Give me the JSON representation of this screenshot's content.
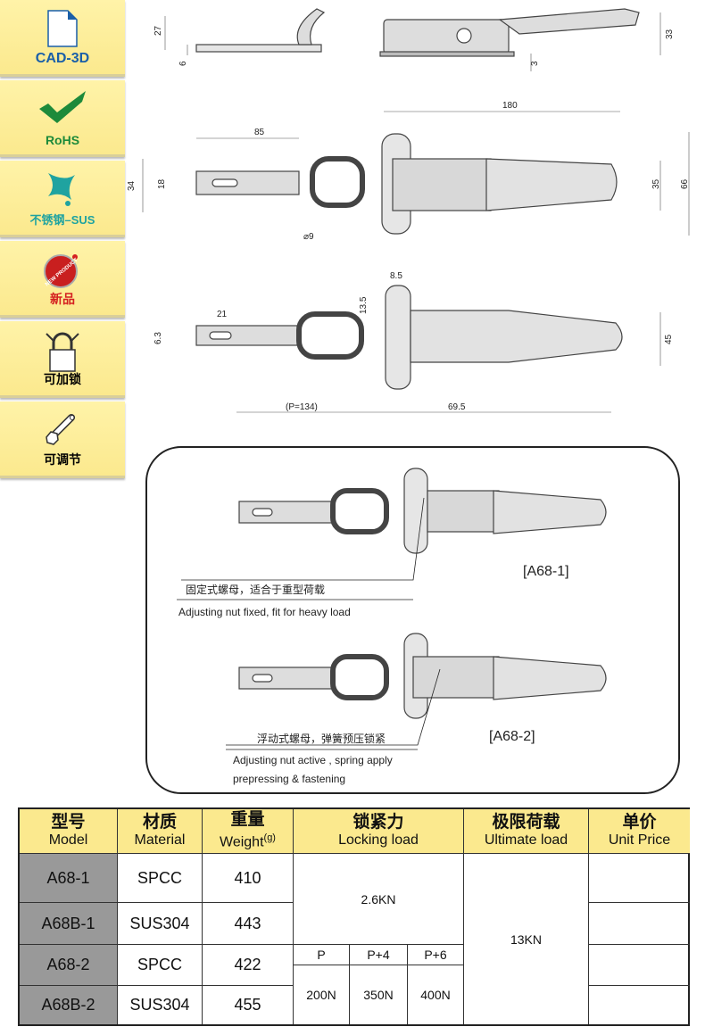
{
  "sidebar": {
    "items": [
      {
        "label": "CAD-3D",
        "icon": "file-icon",
        "color": "#1a5fa8"
      },
      {
        "label": "RoHS",
        "icon": "checkmark-icon",
        "color": "#1d8a3a"
      },
      {
        "label": "不锈钢–SUS",
        "icon": "sparkle-icon",
        "color": "#1fa3a0"
      },
      {
        "label": "新品",
        "icon": "new-product-badge-icon",
        "color": "#d42020",
        "badge": "NEW PRODUCT"
      },
      {
        "label": "可加锁",
        "icon": "padlock-icon",
        "color": "#111"
      },
      {
        "label": "可调节",
        "icon": "wrench-icon",
        "color": "#111"
      }
    ]
  },
  "drawings": {
    "side_view": {
      "dims": [
        "27",
        "6",
        "33",
        "3"
      ]
    },
    "top_view": {
      "dims": [
        "180",
        "85",
        "34",
        "18",
        "35",
        "66",
        "⌀9"
      ]
    },
    "bottom_view": {
      "dims": [
        "8.5",
        "13.5",
        "21",
        "6.3",
        "45",
        "(P=134)",
        "69.5"
      ]
    }
  },
  "variants": [
    {
      "label": "[A68-1]",
      "note_cn": "固定式螺母，适合于重型荷载",
      "note_en": [
        "Adjusting nut fixed, fit for heavy load"
      ]
    },
    {
      "label": "[A68-2]",
      "note_cn": "浮动式螺母，弹簧预压锁紧",
      "note_en": [
        "Adjusting nut active , spring apply",
        "prepressing & fastening"
      ]
    }
  ],
  "table": {
    "headers": [
      {
        "cn": "型号",
        "en": "Model"
      },
      {
        "cn": "材质",
        "en": "Material"
      },
      {
        "cn": "重量",
        "en": "Weight",
        "unit": "(g)"
      },
      {
        "cn": "锁紧力",
        "en": "Locking load"
      },
      {
        "cn": "极限荷载",
        "en": "Ultimate load"
      },
      {
        "cn": "单价",
        "en": "Unit Price"
      }
    ],
    "rows": [
      {
        "model": "A68-1",
        "material": "SPCC",
        "weight": "410"
      },
      {
        "model": "A68B-1",
        "material": "SUS304",
        "weight": "443"
      },
      {
        "model": "A68-2",
        "material": "SPCC",
        "weight": "422"
      },
      {
        "model": "A68B-2",
        "material": "SUS304",
        "weight": "455"
      }
    ],
    "locking_fixed": "2.6KN",
    "locking_sub_headers": [
      "P",
      "P+4",
      "P+6"
    ],
    "locking_sub_values": [
      "200N",
      "350N",
      "400N"
    ],
    "ultimate": "13KN"
  }
}
